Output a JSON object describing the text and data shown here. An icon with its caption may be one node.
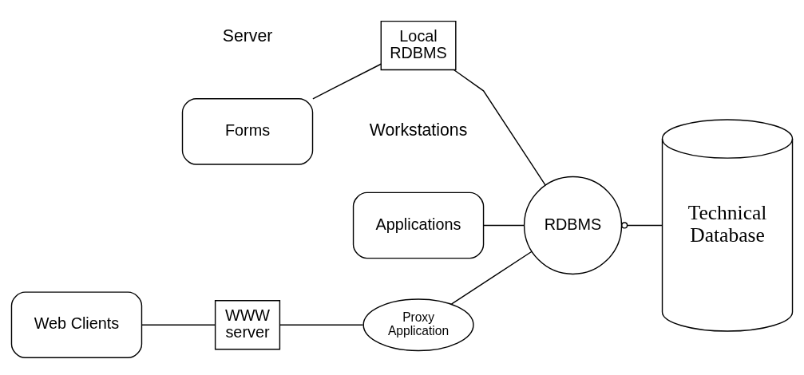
{
  "diagram": {
    "nodes": [
      {
        "text": [
          "Forms"
        ]
      },
      {
        "text": [
          "Applications"
        ]
      },
      {
        "text": [
          "Web Clients"
        ]
      },
      {
        "text": [
          "Local RDBMS"
        ]
      },
      {
        "text": [
          "WWW server"
        ]
      },
      {
        "text": [
          "Proxy Application"
        ]
      },
      {
        "text": [
          "RDBMS"
        ]
      },
      {
        "text": [
          "Technical Database"
        ]
      }
    ],
    "edges": [
      {
        "from": 0,
        "to": 3,
        "arrow": "none"
      },
      {
        "from": 3,
        "to": 6,
        "arrow": "none"
      },
      {
        "from": 1,
        "to": 6,
        "arrow": "none"
      },
      {
        "from": 2,
        "to": 4,
        "arrow": "none"
      },
      {
        "from": 4,
        "to": 5,
        "arrow": "none"
      },
      {
        "from": 5,
        "to": 6,
        "arrow": "none"
      },
      {
        "from": 6,
        "to": 7,
        "arrow": "other"
      }
    ],
    "labels": [
      "Workstations",
      "Server"
    ]
  }
}
